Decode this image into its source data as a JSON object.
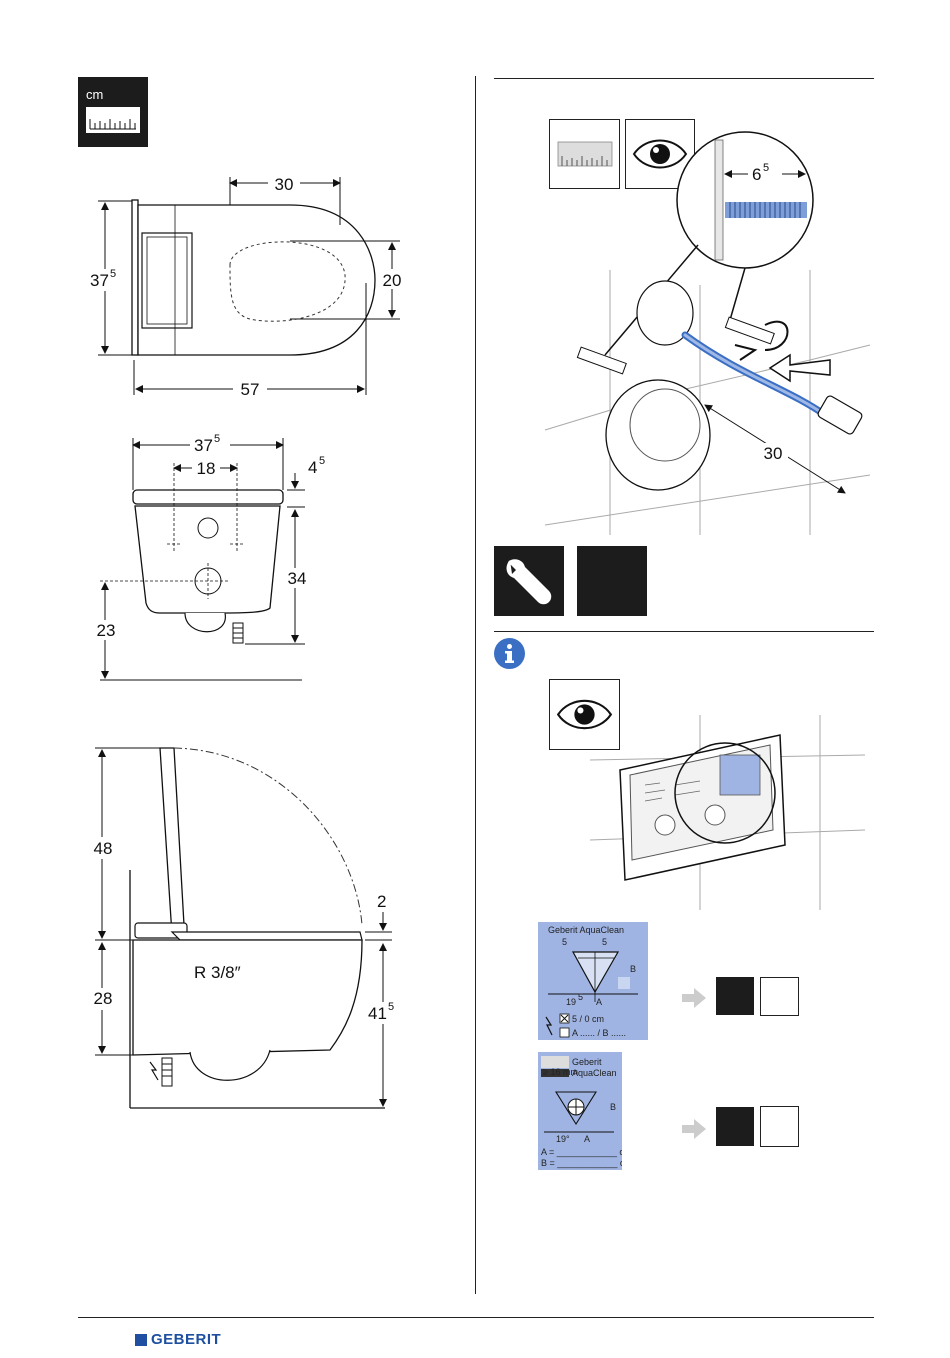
{
  "units": {
    "label": "cm"
  },
  "left_column": {
    "top_view": {
      "dim_width_top": "30",
      "dim_height_left_main": "37",
      "dim_height_left_sup": "5",
      "dim_height_right": "20",
      "dim_length_bottom": "57"
    },
    "front_view": {
      "dim_total_main": "37",
      "dim_total_sup": "5",
      "dim_bolt_spacing": "18",
      "dim_offset_main": "4",
      "dim_offset_sup": "5",
      "dim_bowl_height": "34",
      "dim_drain_height": "23"
    },
    "side_view": {
      "dim_lid_open": "48",
      "dim_seat_gap": "2",
      "dim_body": "28",
      "dim_total_main": "41",
      "dim_total_sup": "5",
      "thread_label": "R 3/8″"
    }
  },
  "right_column": {
    "install_step": {
      "dim_bolt_main": "6",
      "dim_bolt_sup": "5",
      "dim_hose": "30"
    },
    "label_card_1": {
      "brand": "Geberit AquaClean",
      "dim_a": "5",
      "dim_b": "5",
      "dim_angle_main": "19",
      "dim_angle_sup": "5",
      "axis_a": "A",
      "axis_b": "B",
      "option_checked": "5 / 0 cm",
      "option_unchecked": "A ...... / B ......"
    },
    "label_card_2": {
      "brand_line1": "Geberit",
      "brand_line2": "AquaClean",
      "small_tag": "≥ 16 mm",
      "dim_angle": "19°",
      "axis_a": "A",
      "axis_b": "B",
      "field_a": "A = ____________ cm",
      "field_b": "B = ____________ cm"
    }
  },
  "footer": {
    "brand": "GEBERIT"
  },
  "colors": {
    "blue_accent": "#3a6fc4",
    "label_blue": "#9fb4e3",
    "dark_icon": "#1c1c1c"
  }
}
